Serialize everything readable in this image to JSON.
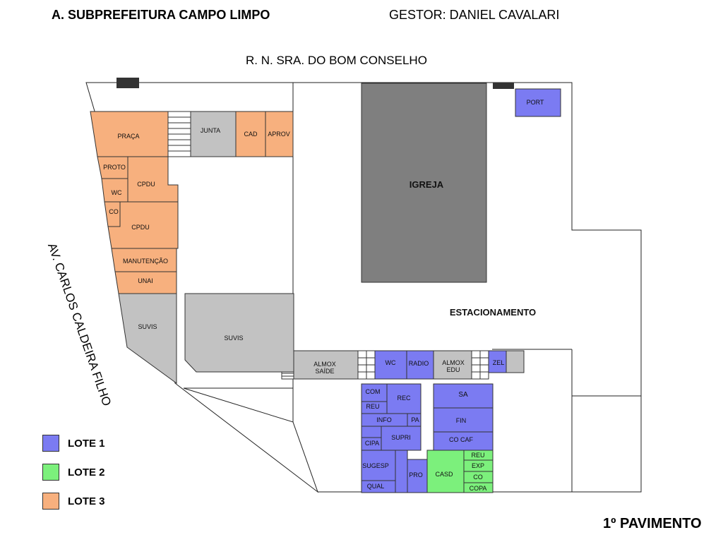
{
  "header": {
    "title": "A. SUBPREFEITURA CAMPO LIMPO",
    "manager": "GESTOR: DANIEL CAVALARI"
  },
  "streets": {
    "top": "R. N. SRA. DO BOM CONSELHO",
    "left": "AV. CARLOS CALDEIRA FILHO"
  },
  "floor_label": "1º PAVIMENTO",
  "colors": {
    "lote1": "#7b7bf2",
    "lote2": "#7cf07c",
    "lote3": "#f7b07e",
    "gray": "#c2c2c2",
    "dark_gray": "#7f7f7f",
    "black": "#333333"
  },
  "legend": [
    {
      "label": "LOTE 1",
      "color": "#7b7bf2"
    },
    {
      "label": "LOTE 2",
      "color": "#7cf07c"
    },
    {
      "label": "LOTE 3",
      "color": "#f7b07e"
    }
  ],
  "rooms": {
    "praca": "PRAÇA",
    "junta": "JUNTA",
    "cad": "CAD",
    "aprov": "APROV",
    "proto": "PROTO",
    "cpdu_1": "CPDU",
    "wc_1": "WC",
    "co_1": "CO",
    "cpdu_2": "CPDU",
    "manutencao": "MANUTENÇÃO",
    "unai": "UNAI",
    "suvis_1": "SUVIS",
    "suvis_2": "SUVIS",
    "igreja": "IGREJA",
    "port": "PORT",
    "estacionamento": "ESTACIONAMENTO",
    "almox_saude_1": "ALMOX",
    "almox_saude_2": "SAÍDE",
    "wc_2": "WC",
    "radio": "RADIO",
    "almox_edu_1": "ALMOX",
    "almox_edu_2": "EDU",
    "zel": "ZEL",
    "com": "COM",
    "reu_1": "REU",
    "rec": "REC",
    "sa": "SA",
    "info": "INFO",
    "pa": "PA",
    "fin": "FIN",
    "supri": "SUPRI",
    "cipa": "CIPA",
    "co_caf": "CO CAF",
    "sugesp": "SUGESP",
    "pro": "PRO",
    "casd": "CASD",
    "reu_2": "REU",
    "exp": "EXP",
    "co_2": "CO",
    "qual": "QUAL",
    "copa": "COPA"
  }
}
